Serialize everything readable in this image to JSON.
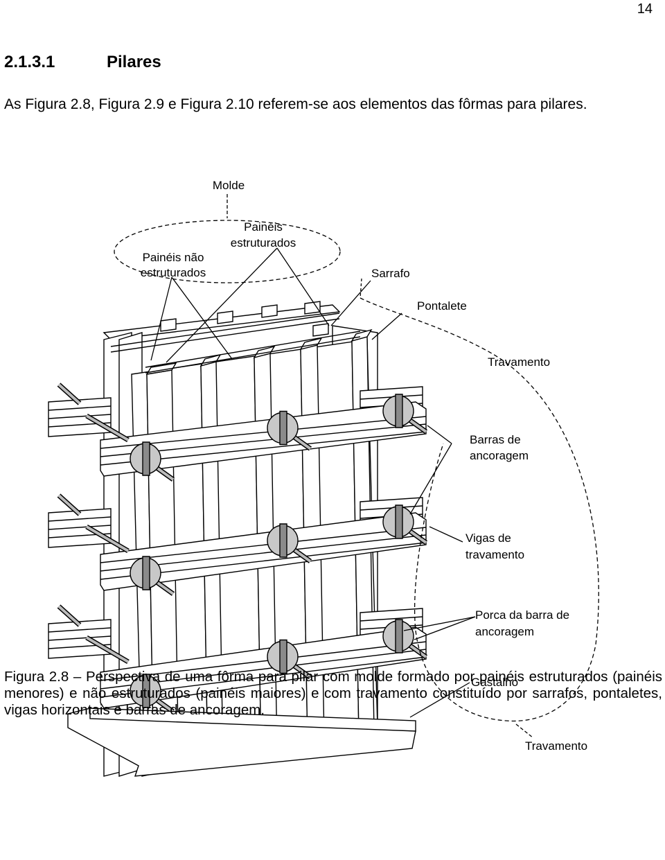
{
  "page_number": "14",
  "section": {
    "number": "2.1.3.1",
    "title": "Pilares"
  },
  "intro": "As Figura 2.8, Figura 2.9 e Figura 2.10 referem-se aos elementos das fôrmas para pilares.",
  "figure": {
    "labels": {
      "molde": "Molde",
      "paineis_estruturados_1": "Painéis",
      "paineis_estruturados_2": "estruturados",
      "paineis_nao_estruturados_1": "Painéis não",
      "paineis_nao_estruturados_2": "estruturados",
      "sarrafo": "Sarrafo",
      "pontalete": "Pontalete",
      "travamento_top": "Travamento",
      "barras_1": "Barras de",
      "barras_2": "ancoragem",
      "vigas_1": "Vigas de",
      "vigas_2": "travamento",
      "porca_1": "Porca da barra de",
      "porca_2": "ancoragem",
      "gastalho": "Gastalho",
      "travamento_bottom": "Travamento"
    }
  },
  "caption": "Figura 2.8 – Perspectiva de uma fôrma para pilar com molde formado por painéis estruturados (painéis menores) e não estruturados (painéis maiores) e com travamento constituído por sarrafos, pontaletes, vigas horizontais e barras de ancoragem."
}
